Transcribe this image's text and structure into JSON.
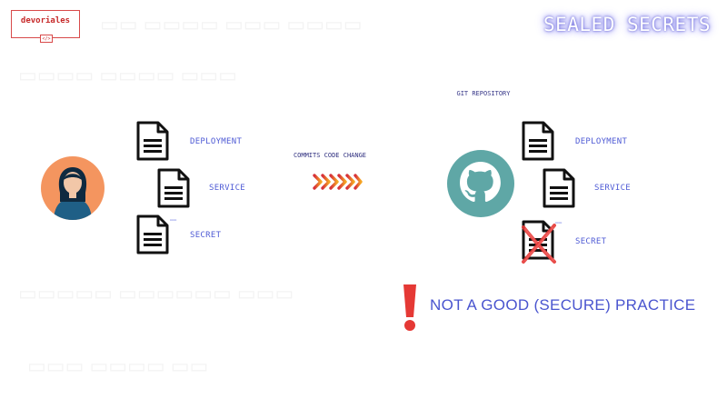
{
  "header": {
    "logo_text": "devoriales",
    "logo_code": "</>",
    "title": "SEALED SECRETS"
  },
  "developer": {
    "avatar_icon": "person-avatar",
    "files": [
      {
        "label": "DEPLOYMENT",
        "icon": "document-icon"
      },
      {
        "label": "SERVICE",
        "icon": "document-icon"
      },
      {
        "label": "SECRET",
        "icon": "document-icon"
      }
    ]
  },
  "flow": {
    "label": "COMMITS CODE CHANGE",
    "arrow_icon": "chevrons-right-icon"
  },
  "repository": {
    "label": "GIT REPOSITORY",
    "logo_icon": "github-icon",
    "files": [
      {
        "label": "DEPLOYMENT",
        "icon": "document-icon"
      },
      {
        "label": "SERVICE",
        "icon": "document-icon"
      },
      {
        "label": "SECRET",
        "icon": "document-icon",
        "crossed_out": true
      }
    ]
  },
  "warning": {
    "icon": "exclamation-icon",
    "text": "NOT A GOOD (SECURE) PRACTICE"
  },
  "colors": {
    "brand_red": "#c62828",
    "label_blue": "#4f5bd5",
    "avatar_bg": "#f4955f",
    "github_teal": "#5fa7a6",
    "warning_red": "#e53935"
  }
}
